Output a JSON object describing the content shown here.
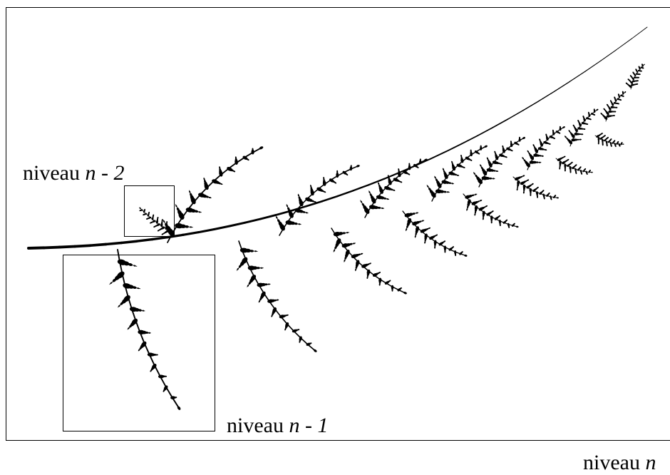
{
  "labels": {
    "level_n_minus_2": {
      "word": "niveau",
      "var": "n",
      "suffix": " - 2"
    },
    "level_n_minus_1": {
      "word": "niveau",
      "var": "n",
      "suffix": " - 1"
    },
    "level_n": {
      "word": "niveau",
      "var": "n",
      "suffix": ""
    }
  },
  "colors": {
    "ink": "#000000",
    "background": "#ffffff"
  }
}
